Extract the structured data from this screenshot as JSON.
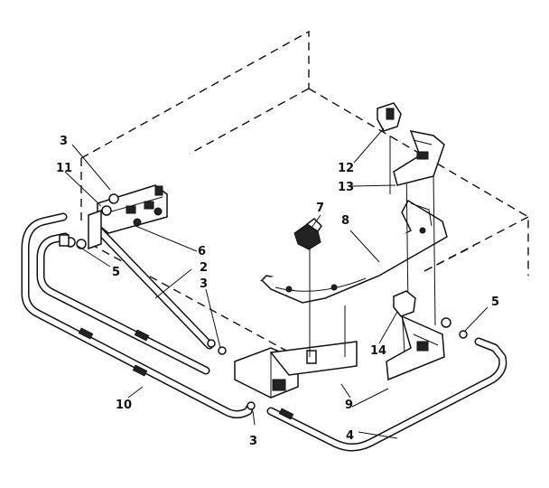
{
  "callouts": {
    "c1": "3",
    "c2": "11",
    "c3": "6",
    "c4": "2",
    "c5": "5",
    "c6": "3",
    "c7": "7",
    "c8": "8",
    "c9": "12",
    "c10": "13",
    "c11": "5",
    "c12": "14",
    "c13": "9",
    "c14": "10",
    "c15": "3",
    "c16": "4"
  }
}
